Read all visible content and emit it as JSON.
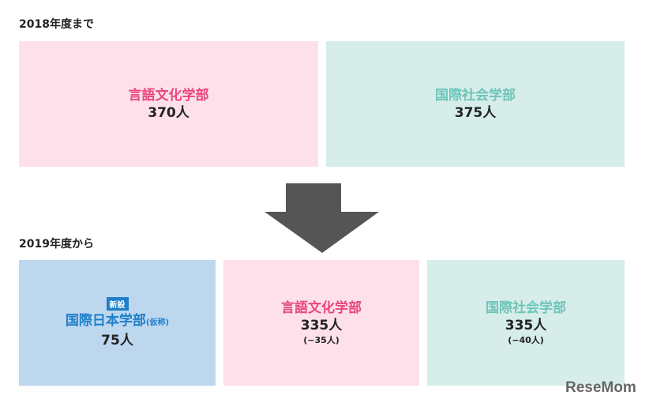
{
  "before": {
    "label": "2018年度まで",
    "depts": [
      {
        "name": "言語文化学部",
        "count": "370人"
      },
      {
        "name": "国際社会学部",
        "count": "375人"
      }
    ]
  },
  "after": {
    "label": "2019年度から",
    "new": {
      "badge": "新設",
      "name": "国際日本学部",
      "note": "(仮称)",
      "count": "75人"
    },
    "depts": [
      {
        "name": "言語文化学部",
        "count": "335人",
        "diff": "(−35人)"
      },
      {
        "name": "国際社会学部",
        "count": "335人",
        "diff": "(−40人)"
      }
    ]
  },
  "logo": "ReseMom",
  "colors": {
    "pink": "#fde0ea",
    "teal": "#d6ede9",
    "blue": "#bdd7ef",
    "arrow": "#555555"
  }
}
